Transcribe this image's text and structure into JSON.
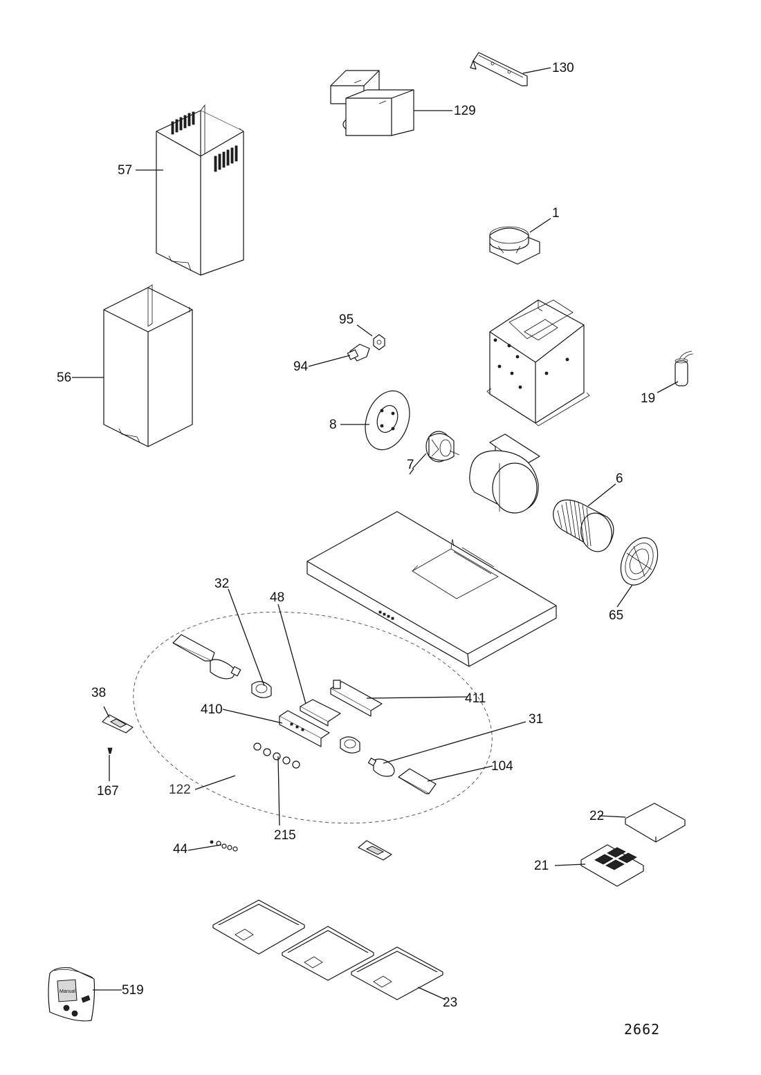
{
  "callouts": [
    {
      "id": "p130",
      "label": "130"
    },
    {
      "id": "p129",
      "label": "129"
    },
    {
      "id": "p57",
      "label": "57"
    },
    {
      "id": "p1",
      "label": "1"
    },
    {
      "id": "p95",
      "label": "95"
    },
    {
      "id": "p94",
      "label": "94"
    },
    {
      "id": "p56",
      "label": "56"
    },
    {
      "id": "p19",
      "label": "19"
    },
    {
      "id": "p8",
      "label": "8"
    },
    {
      "id": "p7",
      "label": "7"
    },
    {
      "id": "p6",
      "label": "6"
    },
    {
      "id": "p65",
      "label": "65"
    },
    {
      "id": "p32",
      "label": "32"
    },
    {
      "id": "p48",
      "label": "48"
    },
    {
      "id": "p38",
      "label": "38"
    },
    {
      "id": "p411",
      "label": "411"
    },
    {
      "id": "p410",
      "label": "410"
    },
    {
      "id": "p31",
      "label": "31"
    },
    {
      "id": "p104",
      "label": "104"
    },
    {
      "id": "p167",
      "label": "167"
    },
    {
      "id": "p122",
      "label": "122"
    },
    {
      "id": "p22",
      "label": "22"
    },
    {
      "id": "p215",
      "label": "215"
    },
    {
      "id": "p44",
      "label": "44"
    },
    {
      "id": "p21",
      "label": "21"
    },
    {
      "id": "p519",
      "label": "519"
    },
    {
      "id": "p23",
      "label": "23"
    }
  ],
  "bag_text": "Manual",
  "diagram_code": "2662"
}
